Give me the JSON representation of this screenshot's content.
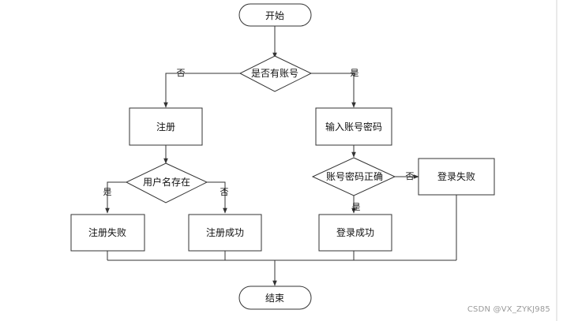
{
  "nodes": {
    "start": "开始",
    "has_account": "是否有账号",
    "register": "注册",
    "enter_credentials": "输入账号密码",
    "username_exists": "用户名存在",
    "credentials_correct": "账号密码正确",
    "login_failed": "登录失败",
    "register_failed": "注册失败",
    "register_success": "注册成功",
    "login_success": "登录成功",
    "end": "结束"
  },
  "edges": {
    "has_account_no": "否",
    "has_account_yes": "是",
    "username_exists_yes": "是",
    "username_exists_no": "否",
    "credentials_correct_no": "否",
    "credentials_correct_yes": "是"
  },
  "watermark": "CSDN @VX_ZYKJ985"
}
